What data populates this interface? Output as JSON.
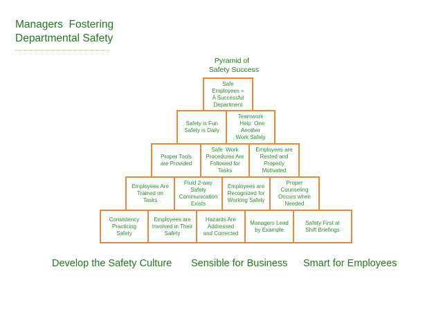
{
  "title": "Managers  Fostering\nDepartmental Safety",
  "pyramid": {
    "title": "Pyramid of\n  Safety Success",
    "colors": {
      "border": "#e8873a",
      "text": "#2e8b2e",
      "heading": "#1e7a1e"
    },
    "rows": [
      [
        "Safe\nEmployees =\nA Successful\nDepartment"
      ],
      [
        "Safety is Fun\nSafety is Daily",
        "Teamwork\n  Help  One\nAnother\nWork Safely"
      ],
      [
        "Proper Tools\nare Provided",
        "Safe  Work\nProcedures Are\nFollowed for\nTasks",
        "Employees are\nRested and\nProperly\nMotivated"
      ],
      [
        "Employees Are\nTrained on\nTasks",
        "Fluid 2-way\nSafety\nCommunication\nExists",
        "Employees are\nRecognized for\nWorking Safely",
        "Proper\nCounseling\nOccurs when\nNeeded"
      ],
      [
        "Consistency\nPracticing\nSafety",
        "Employees are\nInvolved in Their\nSafety",
        "Hazards Are\nAddressed\nand Corrected",
        "Managers Lead\nby Example",
        "Safety First at\nShift Briefings"
      ]
    ]
  },
  "taglines": [
    "Develop the Safety Culture",
    "Sensible for Business",
    "Smart for Employees"
  ]
}
